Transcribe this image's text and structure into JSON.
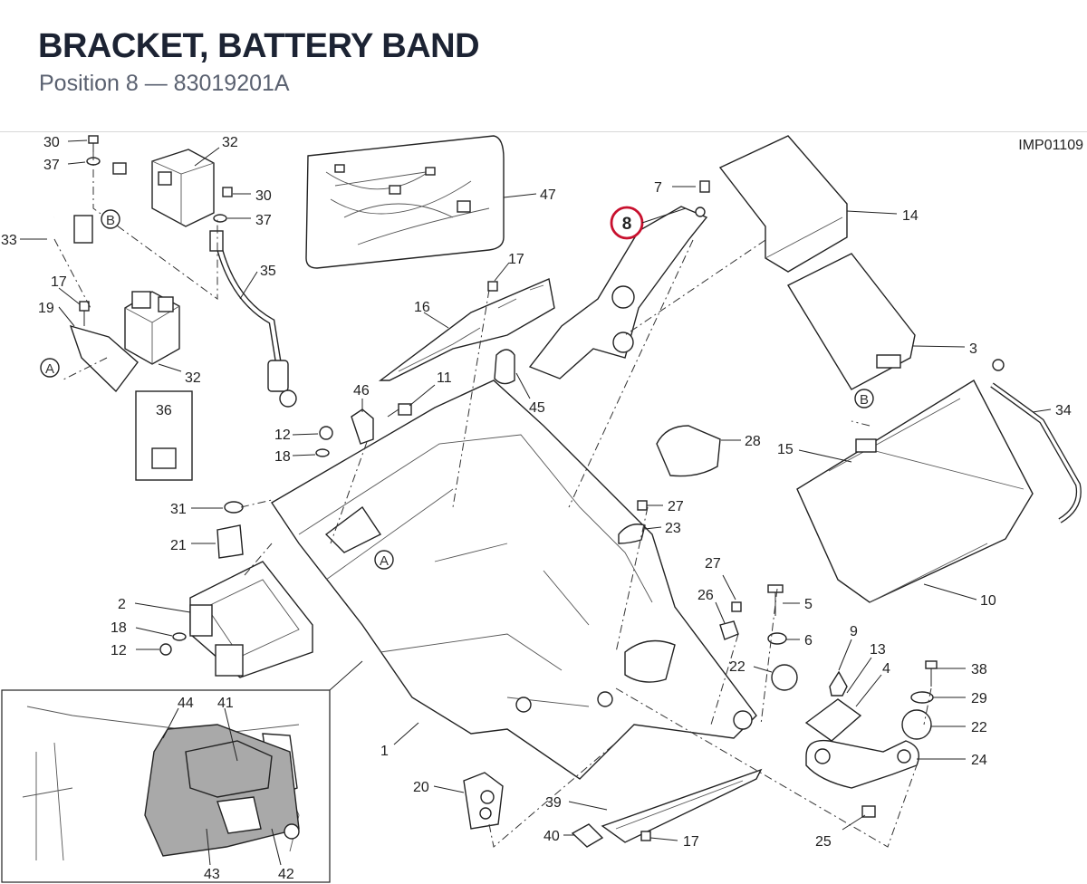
{
  "header": {
    "title": "BRACKET, BATTERY BAND",
    "subtitle": "Position 8 — 83019201A"
  },
  "diagram": {
    "image_ref": "IMP01109",
    "highlighted_callout": "8",
    "highlight_color": "#c8102e",
    "callouts": {
      "c30a": "30",
      "c37a": "37",
      "c32a": "32",
      "c30b": "30",
      "c37b": "37",
      "c33": "33",
      "cB1": "B",
      "c35": "35",
      "c17a": "17",
      "c19": "19",
      "cA1": "A",
      "c32b": "32",
      "c36": "36",
      "c47": "47",
      "c7": "7",
      "c14": "14",
      "c17b": "17",
      "c16": "16",
      "c3": "3",
      "c11": "11",
      "c46": "46",
      "c45": "45",
      "c12a": "12",
      "c18a": "18",
      "c28": "28",
      "cB2": "B",
      "c15": "15",
      "c34": "34",
      "c31": "31",
      "c21": "21",
      "c27a": "27",
      "c23": "23",
      "cA2": "A",
      "c10": "10",
      "c2": "2",
      "c18b": "18",
      "c12b": "12",
      "c27b": "27",
      "c26": "26",
      "c5": "5",
      "c6": "6",
      "c9": "9",
      "c13": "13",
      "c22a": "22",
      "c4": "4",
      "c38": "38",
      "c29": "29",
      "c22b": "22",
      "c24": "24",
      "c1": "1",
      "c20": "20",
      "c39": "39",
      "c40": "40",
      "c17c": "17",
      "c25": "25",
      "c44": "44",
      "c41": "41",
      "c43": "43",
      "c42": "42"
    }
  }
}
